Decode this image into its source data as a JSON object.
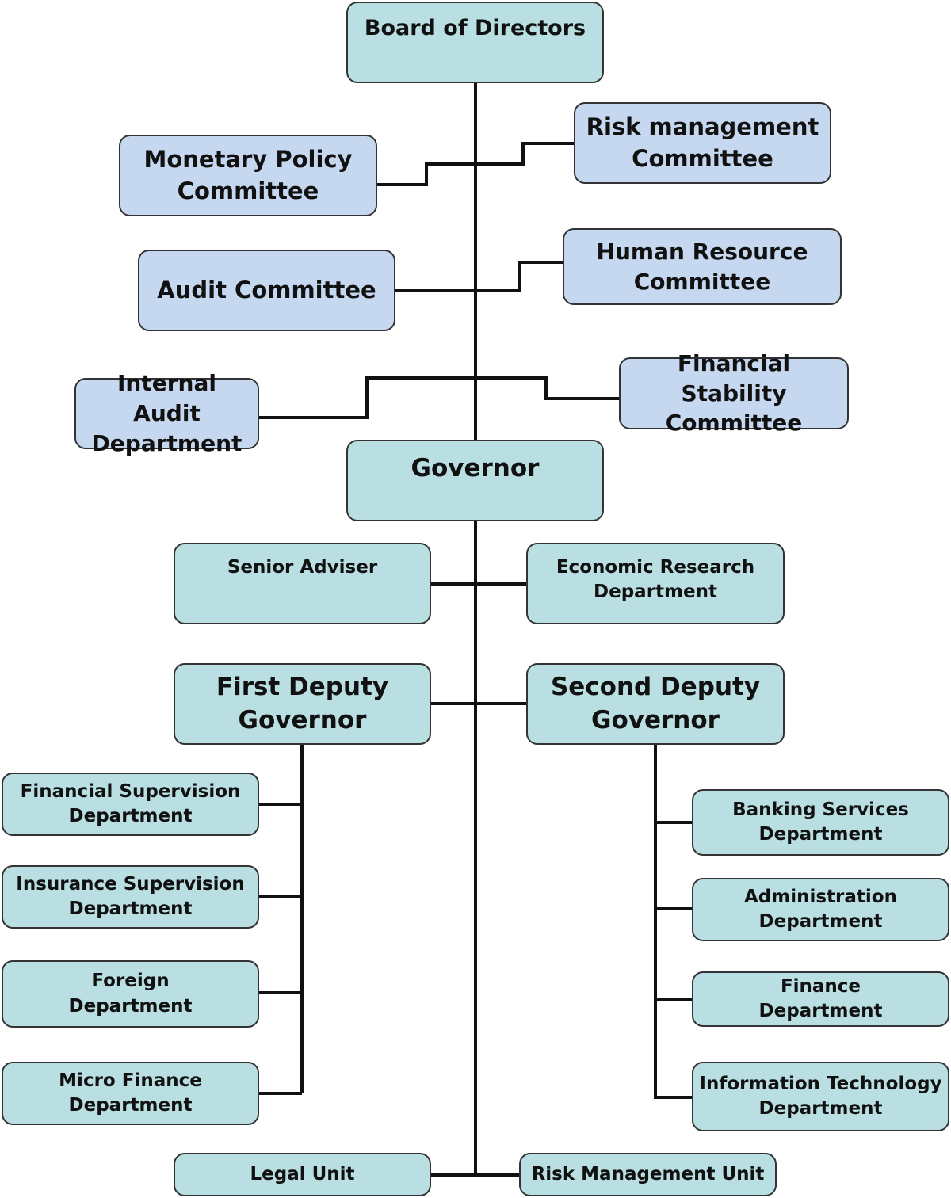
{
  "colors": {
    "teal": "#b9dfe2",
    "blue": "#c6d8f0",
    "line": "#111111"
  },
  "nodes": [
    {
      "id": "board-of-directors",
      "text": [
        "Board of Directors"
      ]
    },
    {
      "id": "monetary-policy-committee",
      "text": [
        "Monetary Policy",
        "Committee"
      ]
    },
    {
      "id": "risk-management-committee",
      "text": [
        "Risk management",
        "Committee"
      ]
    },
    {
      "id": "audit-committee",
      "text": [
        "Audit Committee"
      ]
    },
    {
      "id": "human-resource-committee",
      "text": [
        "Human Resource",
        "Committee"
      ]
    },
    {
      "id": "internal-audit-department",
      "text": [
        "Internal Audit",
        "Department"
      ]
    },
    {
      "id": "financial-stability-committee",
      "text": [
        "Financial Stability",
        "Committee"
      ]
    },
    {
      "id": "governor",
      "text": [
        "Governor"
      ]
    },
    {
      "id": "senior-adviser",
      "text": [
        "Senior Adviser"
      ]
    },
    {
      "id": "economic-research-department",
      "text": [
        "Economic Research",
        "Department"
      ]
    },
    {
      "id": "first-deputy-governor",
      "text": [
        "First Deputy",
        "Governor"
      ]
    },
    {
      "id": "second-deputy-governor",
      "text": [
        "Second Deputy",
        "Governor"
      ]
    },
    {
      "id": "financial-supervision-department",
      "text": [
        "Financial Supervision",
        "Department"
      ]
    },
    {
      "id": "insurance-supervision-department",
      "text": [
        "Insurance Supervision",
        "Department"
      ]
    },
    {
      "id": "foreign-department",
      "text": [
        "Foreign",
        "Department"
      ]
    },
    {
      "id": "micro-finance-department",
      "text": [
        "Micro Finance",
        "Department"
      ]
    },
    {
      "id": "banking-services-department",
      "text": [
        "Banking Services",
        "Department"
      ]
    },
    {
      "id": "administration-department",
      "text": [
        "Administration",
        "Department"
      ]
    },
    {
      "id": "finance-department",
      "text": [
        "Finance",
        "Department"
      ]
    },
    {
      "id": "information-technology-department",
      "text": [
        "Information Technology",
        "Department"
      ]
    },
    {
      "id": "legal-unit",
      "text": [
        "Legal Unit"
      ]
    },
    {
      "id": "risk-management-unit",
      "text": [
        "Risk Management Unit"
      ]
    }
  ]
}
